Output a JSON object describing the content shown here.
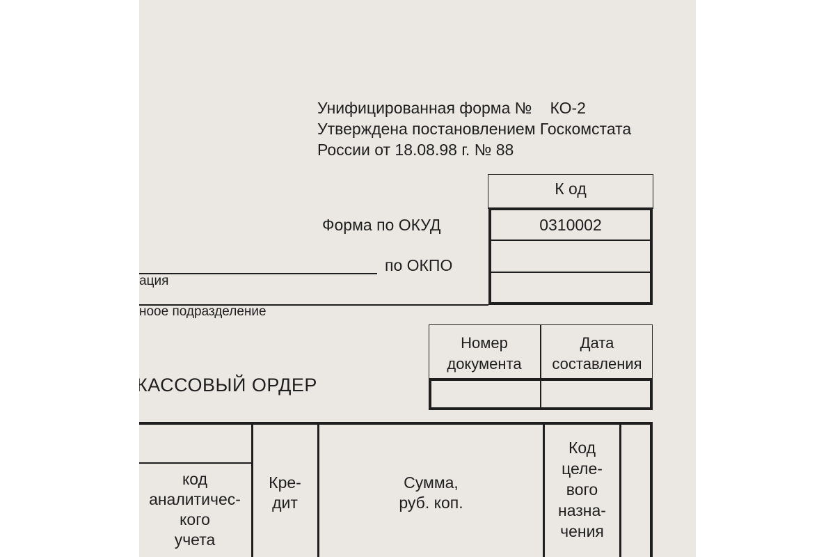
{
  "header": {
    "line1_text": "Унифицированная форма №",
    "line1_code": "КО-2",
    "line2": "Утверждена постановлением Госкомстата",
    "line3": "России от 18.08.98 г. № 88"
  },
  "codes": {
    "kod_label": "К од",
    "okud_label": "Форма по ОКУД",
    "okud_value": "0310002",
    "okpo_label": "по ОКПО",
    "okpo_value": "",
    "extra_value": ""
  },
  "organization": {
    "org_caption": "ация",
    "dept_caption": "ноое подразделение"
  },
  "document": {
    "number_header_1": "Номер",
    "number_header_2": "документа",
    "date_header_1": "Дата",
    "date_header_2": "составления",
    "number_value": "",
    "date_value": "",
    "title": "КАССОВЫЙ  ОРДЕР"
  },
  "table": {
    "col_analytic": [
      "код",
      "аналитичес-",
      "кого",
      "учета"
    ],
    "col_credit": [
      "Кре-",
      "дит"
    ],
    "col_sum": [
      "Сумма,",
      "руб. коп."
    ],
    "col_purpose": [
      "Код",
      "целе-",
      "вого",
      "назна-",
      "чения"
    ]
  }
}
